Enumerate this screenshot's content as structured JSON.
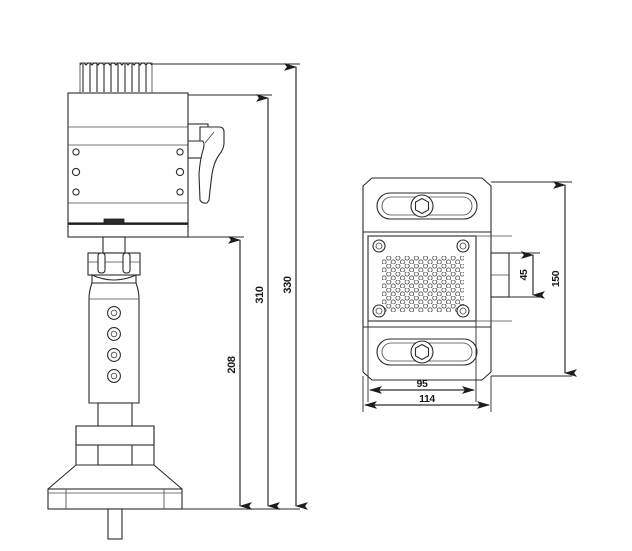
{
  "drawing": {
    "title": "Mechanical Assembly Outline Drawing",
    "background_color": "#ffffff",
    "line_color": "#2b2b2b",
    "views": [
      {
        "name": "front-elevation-view",
        "description": "Front elevation of motorized valve actuator assembly with finned top cover, main housing body, clamping lever, stem with four fasteners, mounting bracket and base flange"
      },
      {
        "name": "side-plate-view",
        "description": "Side / end view showing rectangular mounting plate with upper and lower slotted mounting holes, central perforated mesh grille with four corner screws, and right side boss"
      }
    ],
    "dimensions": {
      "front_view": [
        {
          "name": "dim-208",
          "value": "208",
          "orientation": "vertical",
          "note": "stem and base height"
        },
        {
          "name": "dim-310",
          "value": "310",
          "orientation": "vertical",
          "note": "body to base height"
        },
        {
          "name": "dim-330",
          "value": "330",
          "orientation": "vertical",
          "note": "overall height including fins"
        }
      ],
      "side_view": [
        {
          "name": "dim-95",
          "value": "95",
          "orientation": "horizontal",
          "note": "inner plate width"
        },
        {
          "name": "dim-114",
          "value": "114",
          "orientation": "horizontal",
          "note": "overall plate width"
        },
        {
          "name": "dim-45",
          "value": "45",
          "orientation": "vertical",
          "note": "boss height"
        },
        {
          "name": "dim-150",
          "value": "150",
          "orientation": "vertical",
          "note": "overall plate height"
        }
      ]
    },
    "features": {
      "cooling_fins_count": 10,
      "body_side_holes_per_side": 3,
      "stem_fasteners_count": 4,
      "plate_corner_screws_count": 4,
      "plate_slot_holes_count": 2
    }
  }
}
